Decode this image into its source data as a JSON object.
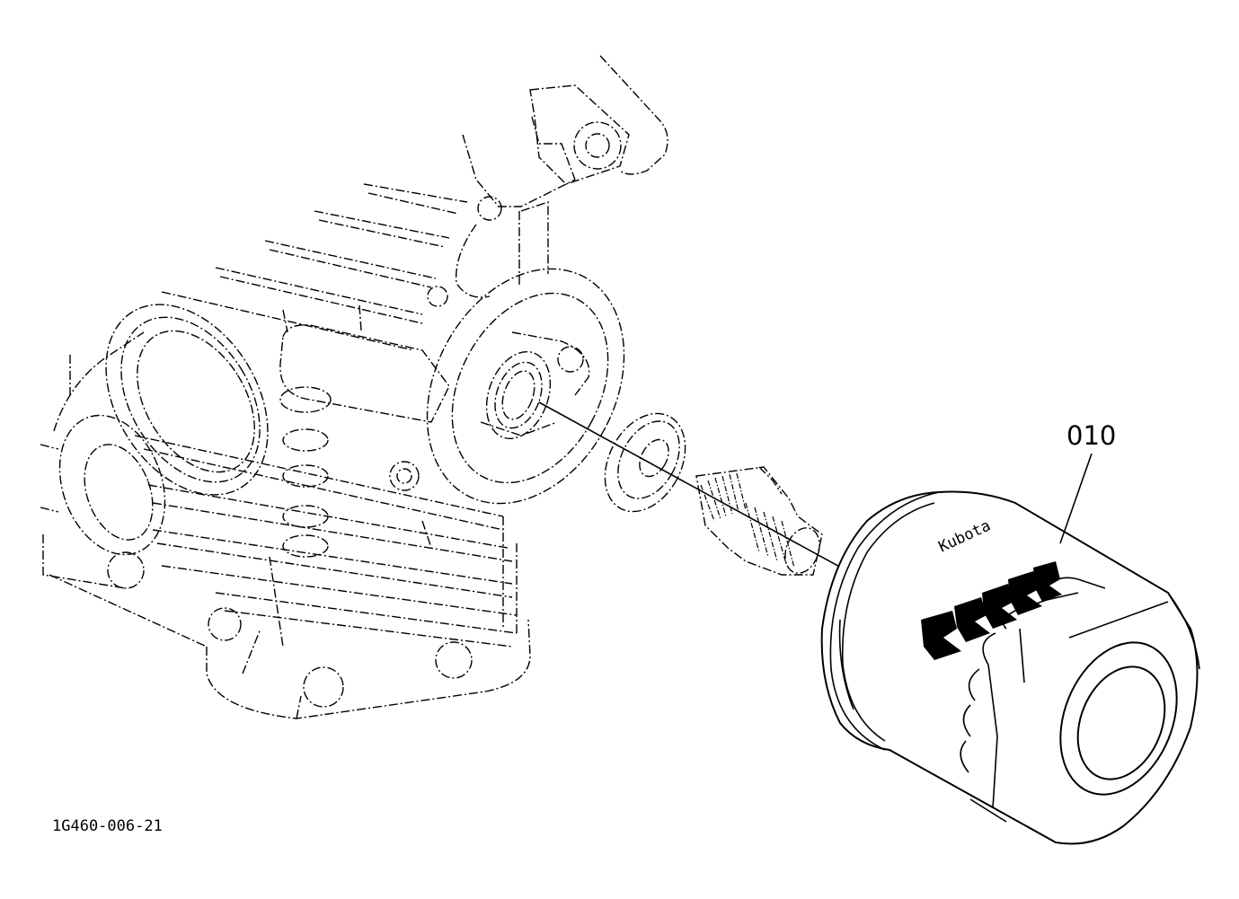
{
  "diagram": {
    "part_label": "010",
    "figure_code": "1G460-006-21",
    "brand_text": "Kubota"
  },
  "colors": {
    "line": "#000000",
    "background": "#ffffff"
  }
}
